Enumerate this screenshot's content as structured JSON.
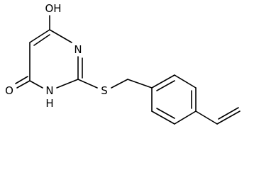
{
  "molecule": {
    "atoms": {
      "hydroxyl": "OH",
      "ring_nitrogen_top": "N",
      "ring_nitrogen_nh": "N",
      "ring_nh_hydrogen": "H",
      "carbonyl_oxygen": "O",
      "thioether_sulfur": "S"
    },
    "colors": {
      "bond": "#000000",
      "label": "#000000",
      "background": "#ffffff"
    }
  }
}
